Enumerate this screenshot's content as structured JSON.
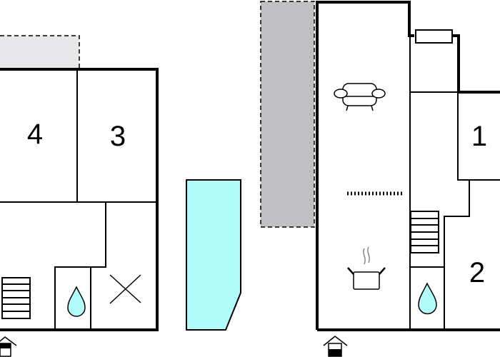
{
  "floor_plan": {
    "rooms": [
      {
        "label": "4"
      },
      {
        "label": "3"
      },
      {
        "label": "1"
      },
      {
        "label": "2"
      }
    ],
    "colors": {
      "wall": "#000000",
      "water": "#b2fcfb",
      "terrace_light": "#e8e8ea",
      "terrace_dark": "#c0c0c2"
    }
  }
}
